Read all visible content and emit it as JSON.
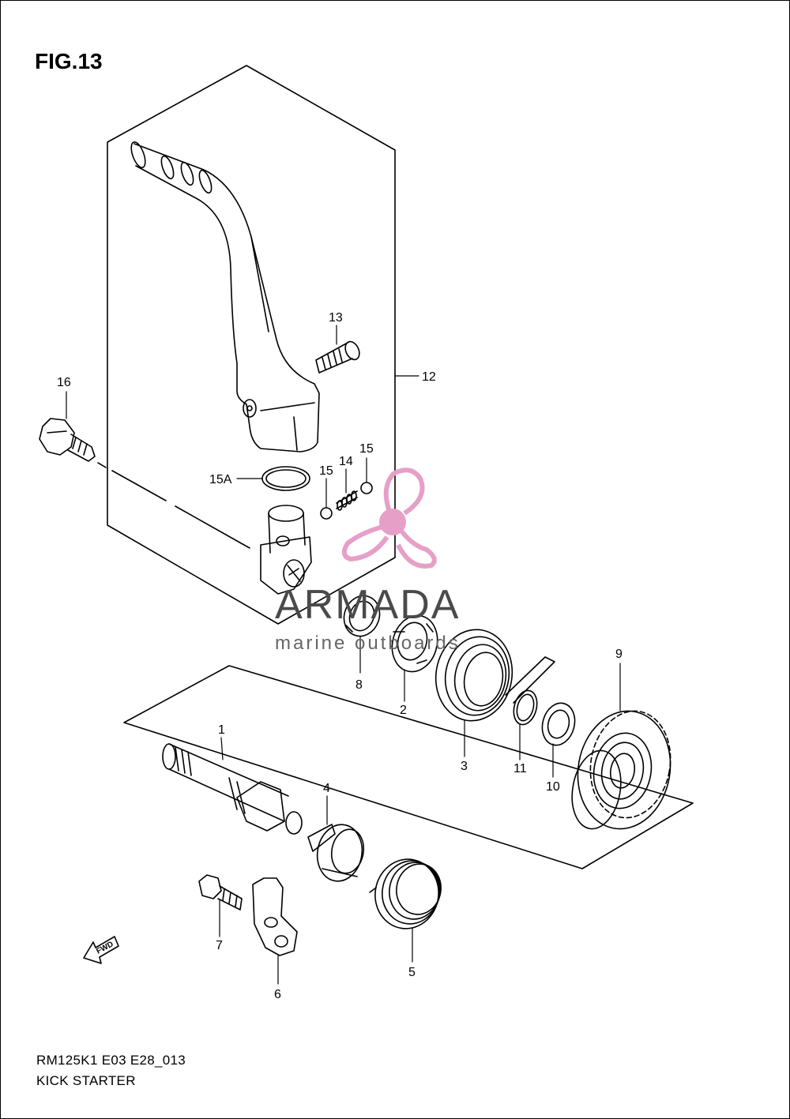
{
  "figure": {
    "title": "FIG.13",
    "code": "RM125K1 E03 E28_013",
    "name": "KICK STARTER"
  },
  "watermark": {
    "brand": "ARMADA",
    "tagline": "marine outboards",
    "logo_color": "#e6a0c8"
  },
  "fwd_label": "FWD",
  "callouts": {
    "p1": "1",
    "p2": "2",
    "p3": "3",
    "p4": "4",
    "p5": "5",
    "p6": "6",
    "p7": "7",
    "p8": "8",
    "p9": "9",
    "p10": "10",
    "p11": "11",
    "p12": "12",
    "p13": "13",
    "p14": "14",
    "p15a": "15",
    "p15b": "15",
    "p15A": "15A",
    "p16": "16"
  },
  "colors": {
    "line": "#000000",
    "background": "#ffffff"
  }
}
